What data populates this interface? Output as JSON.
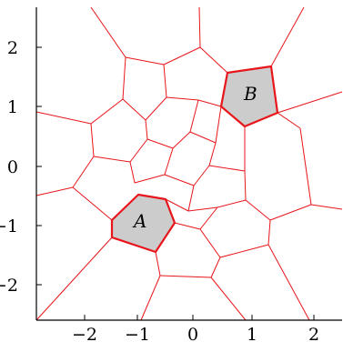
{
  "axes": {
    "x_ticks": [
      {
        "value": -2,
        "label": "−2"
      },
      {
        "value": -1,
        "label": "−1"
      },
      {
        "value": 0,
        "label": "0"
      },
      {
        "value": 1,
        "label": "1"
      },
      {
        "value": 2,
        "label": "2"
      }
    ],
    "y_ticks": [
      {
        "value": 2,
        "label": "2"
      },
      {
        "value": 1,
        "label": "1"
      },
      {
        "value": 0,
        "label": "0"
      },
      {
        "value": -1,
        "label": "−1"
      },
      {
        "value": -2,
        "label": "−2"
      }
    ]
  },
  "highlighted_cells": [
    {
      "name": "A",
      "label": "A",
      "fill": "#cccccc",
      "stroke": "#e8161b"
    },
    {
      "name": "B",
      "label": "B",
      "fill": "#cccccc",
      "stroke": "#e8161b"
    }
  ],
  "colors": {
    "edge": "#e8161b",
    "axis": "#000000",
    "cell_fill": "#cccccc"
  }
}
